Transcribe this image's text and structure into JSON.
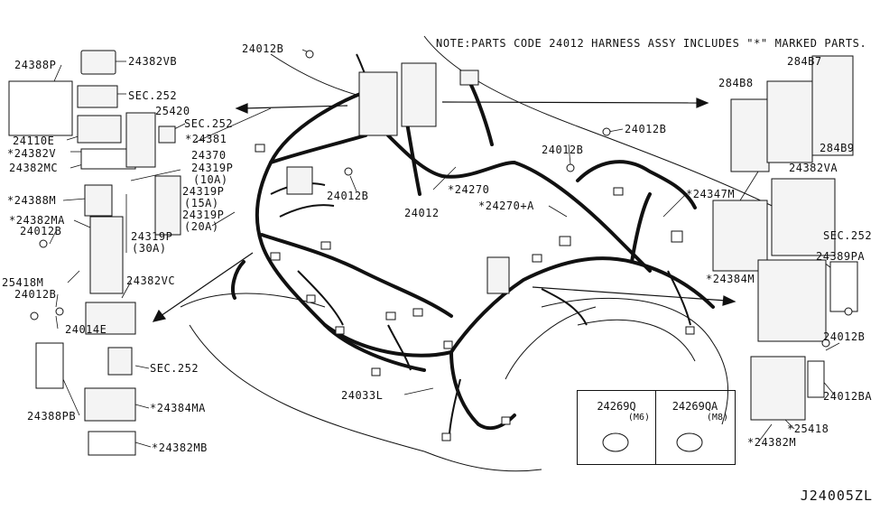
{
  "note": "NOTE:PARTS CODE 24012 HARNESS ASSY INCLUDES \"*\" MARKED PARTS.",
  "diagram_code": "J24005ZL",
  "labels": [
    {
      "id": "l1",
      "text": "24388P"
    },
    {
      "id": "l2",
      "text": "24382VB"
    },
    {
      "id": "l3",
      "text": "SEC.252"
    },
    {
      "id": "l4",
      "text": "25420"
    },
    {
      "id": "l5",
      "text": "SEC.252"
    },
    {
      "id": "l6",
      "text": "24110E"
    },
    {
      "id": "l7",
      "text": "*24382V"
    },
    {
      "id": "l8",
      "text": "24382MC"
    },
    {
      "id": "l9",
      "text": "*24381"
    },
    {
      "id": "l10",
      "text": "24370"
    },
    {
      "id": "l11",
      "text": "24319P"
    },
    {
      "id": "l12",
      "text": "(10A)"
    },
    {
      "id": "l13",
      "text": "24319P"
    },
    {
      "id": "l14",
      "text": "(15A)"
    },
    {
      "id": "l15",
      "text": "24319P"
    },
    {
      "id": "l16",
      "text": "(20A)"
    },
    {
      "id": "l17",
      "text": "24319P"
    },
    {
      "id": "l18",
      "text": "(30A)"
    },
    {
      "id": "l19",
      "text": "*24388M"
    },
    {
      "id": "l20",
      "text": "*24382MA"
    },
    {
      "id": "l21",
      "text": "24012B"
    },
    {
      "id": "l22",
      "text": "25418M"
    },
    {
      "id": "l23",
      "text": "24012B"
    },
    {
      "id": "l24",
      "text": "24014E"
    },
    {
      "id": "l25",
      "text": "24382VC"
    },
    {
      "id": "l26",
      "text": "SEC.252"
    },
    {
      "id": "l27",
      "text": "*24384MA"
    },
    {
      "id": "l28",
      "text": "24388PB"
    },
    {
      "id": "l29",
      "text": "*24382MB"
    },
    {
      "id": "l30",
      "text": "24012B"
    },
    {
      "id": "l31",
      "text": "24012B"
    },
    {
      "id": "l32",
      "text": "24012"
    },
    {
      "id": "l33",
      "text": "*24270"
    },
    {
      "id": "l34",
      "text": "24012B"
    },
    {
      "id": "l35",
      "text": "24012B"
    },
    {
      "id": "l36",
      "text": "*24270+A"
    },
    {
      "id": "l37",
      "text": "24033L"
    },
    {
      "id": "l38",
      "text": "284B8"
    },
    {
      "id": "l39",
      "text": "284B7"
    },
    {
      "id": "l40",
      "text": "284B9"
    },
    {
      "id": "l41",
      "text": "24382VA"
    },
    {
      "id": "l42",
      "text": "*24347M"
    },
    {
      "id": "l43",
      "text": "SEC.252"
    },
    {
      "id": "l44",
      "text": "24389PA"
    },
    {
      "id": "l45",
      "text": "*24384M"
    },
    {
      "id": "l46",
      "text": "24012B"
    },
    {
      "id": "l47",
      "text": "24012BA"
    },
    {
      "id": "l48",
      "text": "*25418"
    },
    {
      "id": "l49",
      "text": "*24382M"
    }
  ],
  "grommets": [
    {
      "part": "24269Q",
      "size": "(M6)"
    },
    {
      "part": "24269QA",
      "size": "(M8)"
    }
  ]
}
